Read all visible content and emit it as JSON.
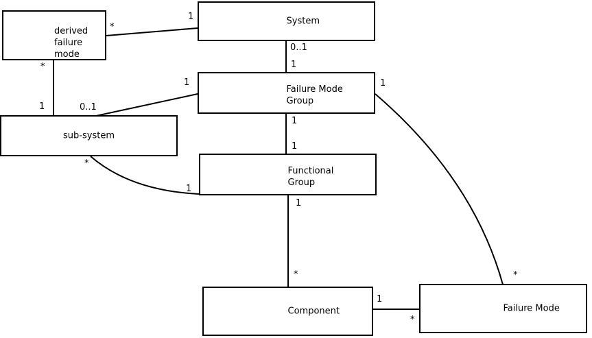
{
  "diagram": {
    "type": "uml-class-association-diagram",
    "colors": {
      "background": "#ffffff",
      "box_fill": "#ffffff",
      "box_border": "#000000",
      "line": "#000000",
      "text": "#000000"
    },
    "nodes": {
      "derived_failure_mode": {
        "label": "derived\nfailure\nmode"
      },
      "system": {
        "label": "System"
      },
      "failure_mode_group": {
        "label": "Failure Mode\nGroup"
      },
      "sub_system": {
        "label": "sub-system"
      },
      "functional_group": {
        "label": "Functional\nGroup"
      },
      "component": {
        "label": "Component"
      },
      "failure_mode": {
        "label": "Failure Mode"
      }
    },
    "edges": {
      "system__derived_failure_mode": {
        "from": "System",
        "to": "derived failure mode",
        "from_mult": "1",
        "to_mult": "*"
      },
      "derived_failure_mode__sub_system": {
        "from": "derived failure mode",
        "to": "sub-system",
        "from_mult": "*",
        "to_mult": "1"
      },
      "system__failure_mode_group": {
        "from": "System",
        "to": "Failure Mode Group",
        "from_mult": "0..1",
        "to_mult": "1"
      },
      "sub_system__failure_mode_group": {
        "from": "sub-system",
        "to": "Failure Mode Group",
        "from_mult": "0..1",
        "to_mult": "1"
      },
      "failure_mode_group__functional_group": {
        "from": "Failure Mode Group",
        "to": "Functional Group",
        "from_mult": "1",
        "to_mult": "1"
      },
      "sub_system__functional_group": {
        "from": "sub-system",
        "to": "Functional Group",
        "from_mult": "*",
        "to_mult": "1"
      },
      "functional_group__component": {
        "from": "Functional Group",
        "to": "Component",
        "from_mult": "1",
        "to_mult": "*"
      },
      "component__failure_mode": {
        "from": "Component",
        "to": "Failure Mode",
        "from_mult": "1",
        "to_mult": "*"
      },
      "failure_mode_group__failure_mode": {
        "from": "Failure Mode Group",
        "to": "Failure Mode",
        "from_mult": "1",
        "to_mult": "*"
      }
    }
  }
}
